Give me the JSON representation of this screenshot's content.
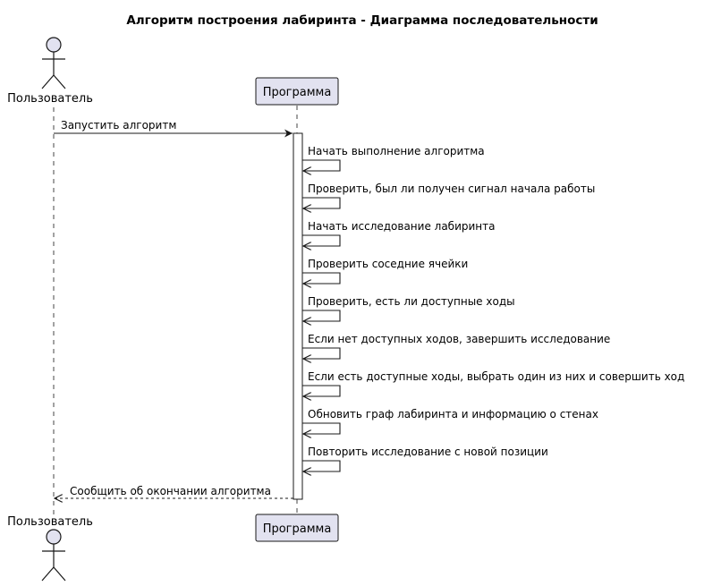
{
  "diagram": {
    "title": "Алгоритм построения лабиринта - Диаграмма последовательности",
    "participants": {
      "user": "Пользователь",
      "program": "Программа"
    },
    "messages": [
      {
        "from": "user",
        "to": "program",
        "label": "Запустить алгоритм",
        "kind": "sync"
      },
      {
        "from": "program",
        "to": "program",
        "label": "Начать выполнение алгоритма",
        "kind": "self"
      },
      {
        "from": "program",
        "to": "program",
        "label": "Проверить, был ли получен сигнал начала работы",
        "kind": "self"
      },
      {
        "from": "program",
        "to": "program",
        "label": "Начать исследование лабиринта",
        "kind": "self"
      },
      {
        "from": "program",
        "to": "program",
        "label": "Проверить соседние ячейки",
        "kind": "self"
      },
      {
        "from": "program",
        "to": "program",
        "label": "Проверить, есть ли доступные ходы",
        "kind": "self"
      },
      {
        "from": "program",
        "to": "program",
        "label": "Если нет доступных ходов, завершить исследование",
        "kind": "self"
      },
      {
        "from": "program",
        "to": "program",
        "label": "Если есть доступные ходы, выбрать один из них и совершить ход",
        "kind": "self"
      },
      {
        "from": "program",
        "to": "program",
        "label": "Обновить граф лабиринта и информацию о стенах",
        "kind": "self"
      },
      {
        "from": "program",
        "to": "program",
        "label": "Повторить исследование с новой позиции",
        "kind": "self"
      },
      {
        "from": "program",
        "to": "user",
        "label": "Сообщить об окончании алгоритма",
        "kind": "return"
      }
    ],
    "colors": {
      "participant_fill": "#E2E2F0",
      "participant_stroke": "#181818",
      "lifeline": "#181818",
      "activation_fill": "#FFFFFF"
    }
  }
}
